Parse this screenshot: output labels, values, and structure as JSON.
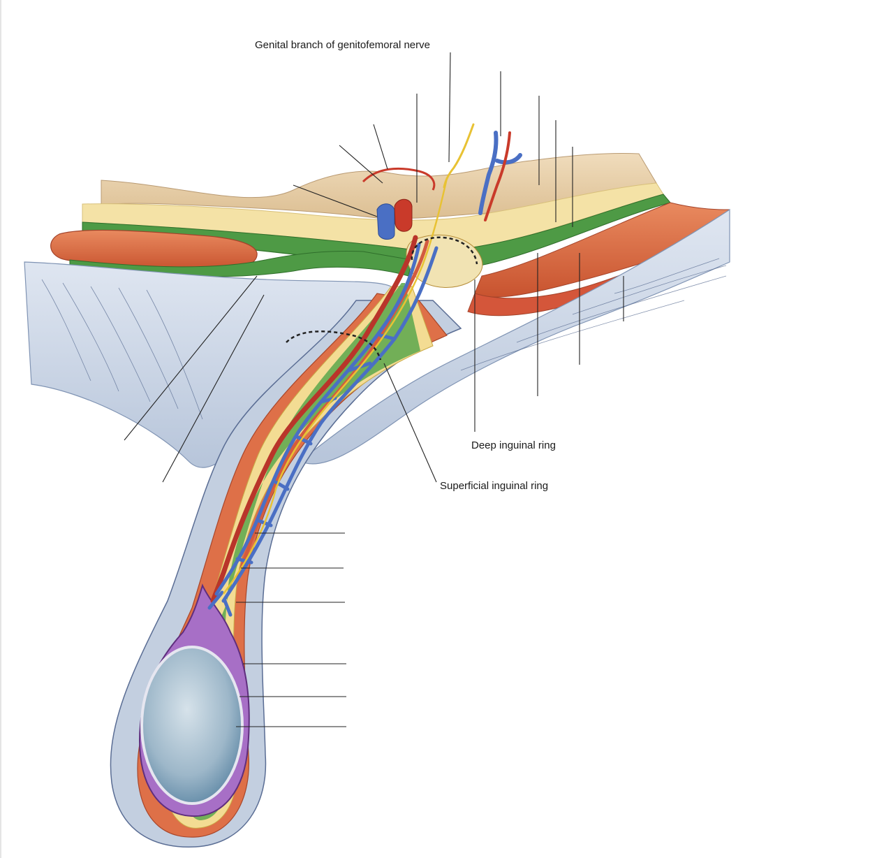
{
  "labels": {
    "genital_branch": "Genital branch of genitofemoral nerve",
    "deep_ring": "Deep inguinal ring",
    "superficial_ring": "Superficial inguinal ring"
  },
  "colors": {
    "skin": "#e8cfa8",
    "fat": "#f5e3a8",
    "fascia_green": "#3f8f3a",
    "muscle": "#d9663f",
    "aponeurosis": "#c9d5e6",
    "vein": "#4a6fc4",
    "artery": "#c93a2a",
    "nerve": "#e9c23a",
    "tunica_vaginalis": "#8a4fa8",
    "testis": "#9fb8c8"
  }
}
